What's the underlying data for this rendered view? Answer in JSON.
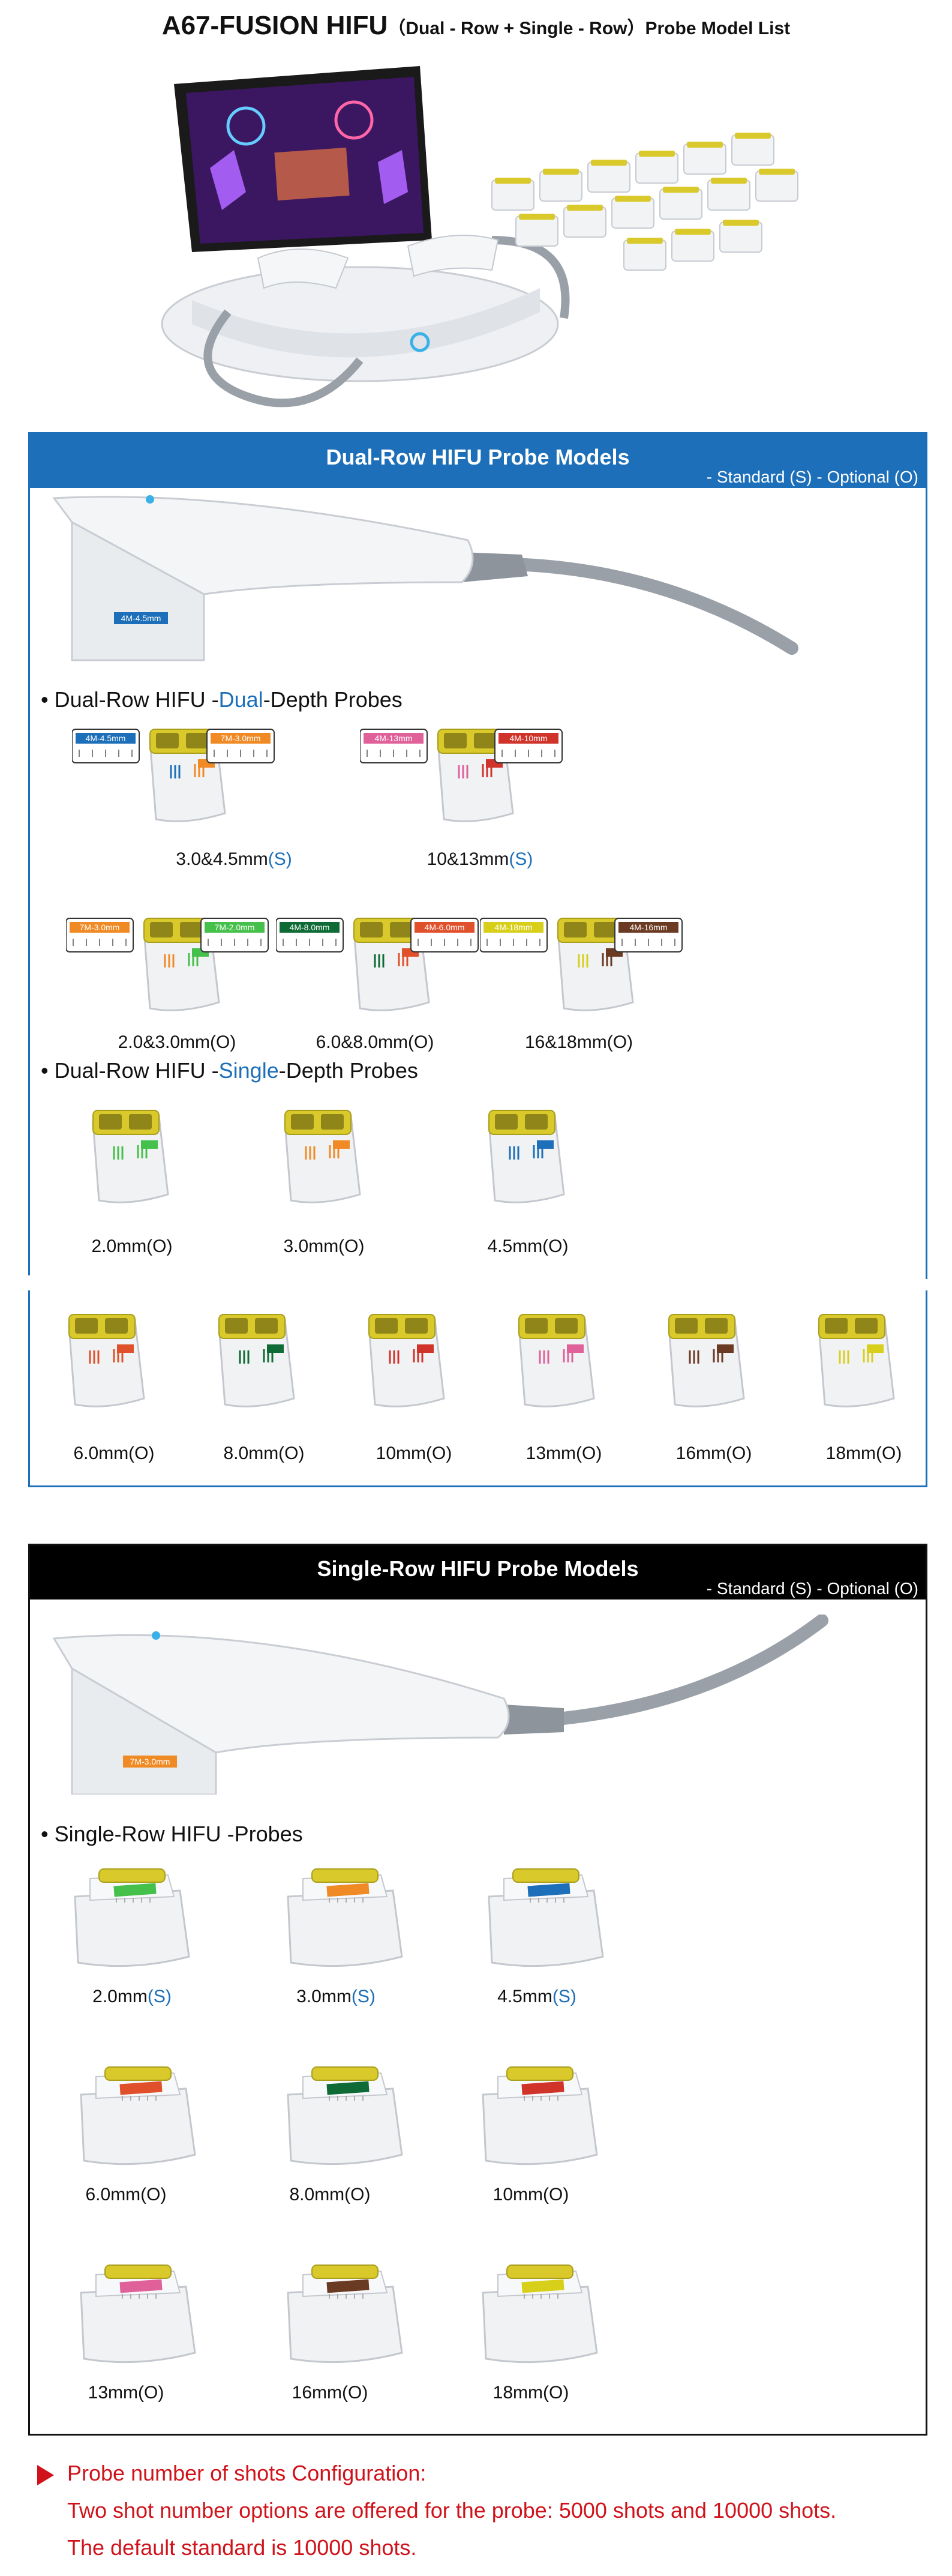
{
  "title": {
    "main": "A67-FUSION HIFU",
    "sub": "（Dual - Row + Single - Row）Probe Model List"
  },
  "dual_section": {
    "band_title": "Dual-Row HIFU Probe Models",
    "legend": "- Standard (S)    - Optional (O)",
    "handpiece_label": "4M-4.5mm",
    "dual_depth_heading_pre": "• Dual-Row HIFU -",
    "dual_depth_heading_hl": "Dual",
    "dual_depth_heading_post": "-Depth Probes",
    "dual_depth": [
      {
        "name": "3.0&4.5mm",
        "tag": "(S)",
        "left_label": "4M-4.5mm",
        "right_label": "7M-3.0mm",
        "left_color": "#1c6fb8",
        "right_color": "#f08a24"
      },
      {
        "name": "10&13mm",
        "tag": "(S)",
        "left_label": "4M-13mm",
        "right_label": "4M-10mm",
        "left_color": "#e0609a",
        "right_color": "#d0332a"
      },
      {
        "name": "2.0&3.0mm",
        "tag": "(O)",
        "left_label": "7M-3.0mm",
        "right_label": "7M-2.0mm",
        "left_color": "#f08a24",
        "right_color": "#45c04a"
      },
      {
        "name": "6.0&8.0mm",
        "tag": "(O)",
        "left_label": "4M-8.0mm",
        "right_label": "4M-6.0mm",
        "left_color": "#0e6b35",
        "right_color": "#e0502a"
      },
      {
        "name": "16&18mm",
        "tag": "(O)",
        "left_label": "4M-18mm",
        "right_label": "4M-16mm",
        "left_color": "#d8cf1a",
        "right_color": "#6b3a22"
      }
    ],
    "single_depth_heading_pre": "• Dual-Row HIFU -",
    "single_depth_heading_hl": "Single",
    "single_depth_heading_post": "-Depth Probes",
    "single_depth": [
      {
        "name": "2.0mm(O)",
        "color": "#45c04a"
      },
      {
        "name": "3.0mm(O)",
        "color": "#f08a24"
      },
      {
        "name": "4.5mm(O)",
        "color": "#1c6fb8"
      },
      {
        "name": "6.0mm(O)",
        "color": "#e0502a"
      },
      {
        "name": "8.0mm(O)",
        "color": "#0e6b35"
      },
      {
        "name": "10mm(O)",
        "color": "#d0332a"
      },
      {
        "name": "13mm(O)",
        "color": "#e0609a"
      },
      {
        "name": "16mm(O)",
        "color": "#6b3a22"
      },
      {
        "name": "18mm(O)",
        "color": "#d8cf1a"
      }
    ]
  },
  "single_section": {
    "band_title": "Single-Row HIFU Probe Models",
    "legend": "- Standard (S)    - Optional (O)",
    "handpiece_label": "7M-3.0mm",
    "heading": "• Single-Row HIFU -Probes",
    "probes": [
      {
        "name": "2.0mm",
        "tag": "(S)",
        "color": "#45c04a"
      },
      {
        "name": "3.0mm",
        "tag": "(S)",
        "color": "#f08a24"
      },
      {
        "name": "4.5mm",
        "tag": "(S)",
        "color": "#1c6fb8"
      },
      {
        "name": "6.0mm",
        "tag": "(O)",
        "color": "#e0502a"
      },
      {
        "name": "8.0mm",
        "tag": "(O)",
        "color": "#0e6b35"
      },
      {
        "name": "10mm",
        "tag": "(O)",
        "color": "#d0332a"
      },
      {
        "name": "13mm",
        "tag": "(O)",
        "color": "#e0609a"
      },
      {
        "name": "16mm",
        "tag": "(O)",
        "color": "#6b3a22"
      },
      {
        "name": "18mm",
        "tag": "(O)",
        "color": "#d8cf1a"
      }
    ]
  },
  "footer": {
    "line1": "Probe number of shots Configuration:",
    "line2": "Two shot number options are offered for the probe: 5000 shots and 10000 shots.",
    "line3": "The default standard is 10000 shots."
  }
}
